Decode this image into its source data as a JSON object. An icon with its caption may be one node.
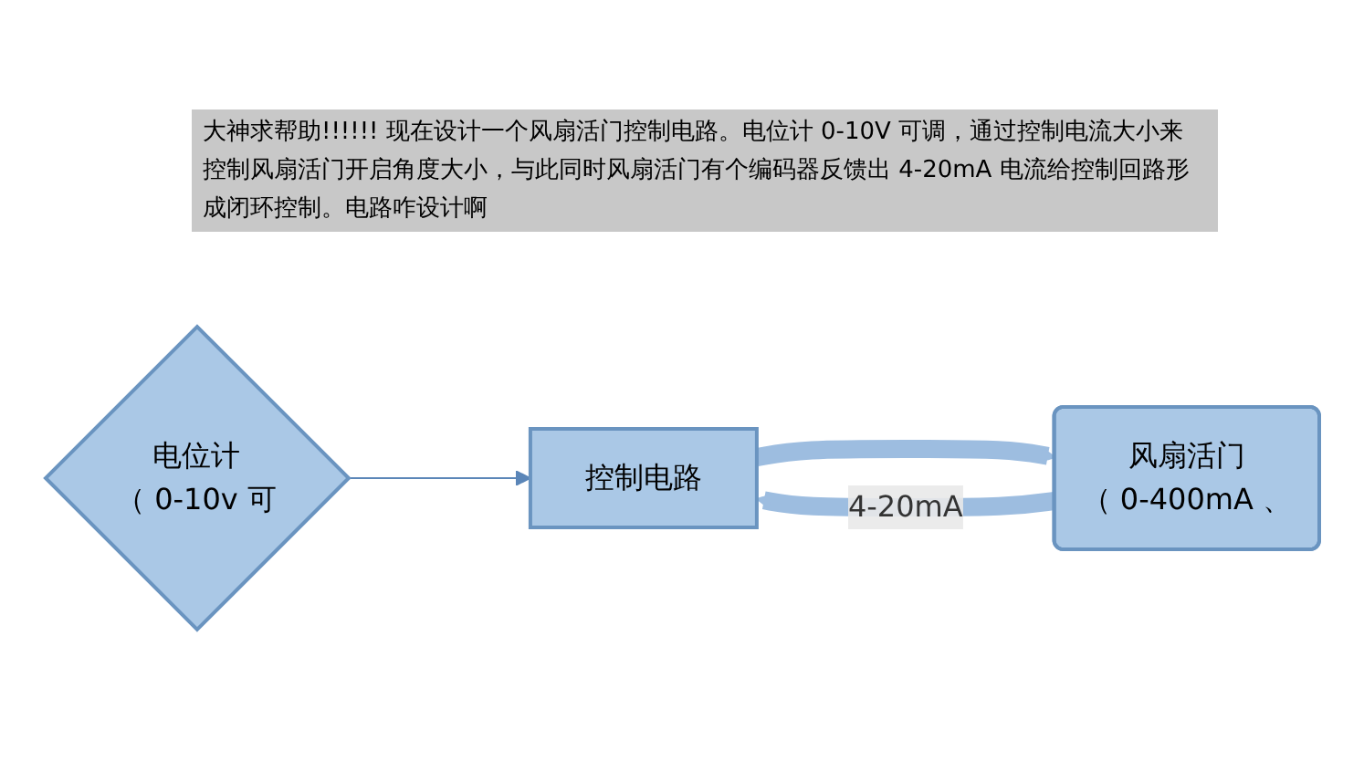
{
  "diagram": {
    "title": "大神求帮助!!!!!! 现在设计一个风扇活门控制电路。电位计 0-10V 可调，通过控制电流大小来控制风扇活门开启角度大小，与此同时风扇活门有个编码器反馈出 4-20mA 电流给控制回路形成闭环控制。电路咋设计啊",
    "nodes": [
      {
        "text": [
          "电位计",
          "（ 0-10v 可"
        ]
      },
      {
        "text": [
          "控制电路"
        ]
      },
      {
        "text": [
          "风扇活门",
          "（ 0-400mA 、"
        ]
      }
    ],
    "edges": [
      {
        "from": 0,
        "to": 1,
        "arrow": "to",
        "color": "#5b86b8"
      },
      {
        "from": 1,
        "to": 2,
        "arrow": "to"
      },
      {
        "from": 2,
        "to": 1,
        "arrow": "to",
        "label": "4-20mA"
      }
    ]
  }
}
